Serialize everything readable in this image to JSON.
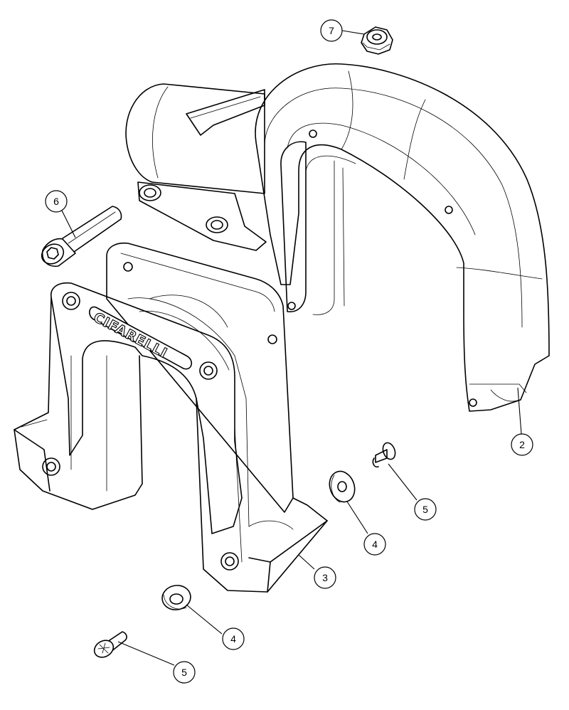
{
  "diagram": {
    "logo": "CIFARELLI",
    "callouts": [
      {
        "id": "c7",
        "label": "7"
      },
      {
        "id": "c6",
        "label": "6"
      },
      {
        "id": "c2",
        "label": "2"
      },
      {
        "id": "c5a",
        "label": "5"
      },
      {
        "id": "c4a",
        "label": "4"
      },
      {
        "id": "c3",
        "label": "3"
      },
      {
        "id": "c4b",
        "label": "4"
      },
      {
        "id": "c5b",
        "label": "5"
      }
    ]
  }
}
